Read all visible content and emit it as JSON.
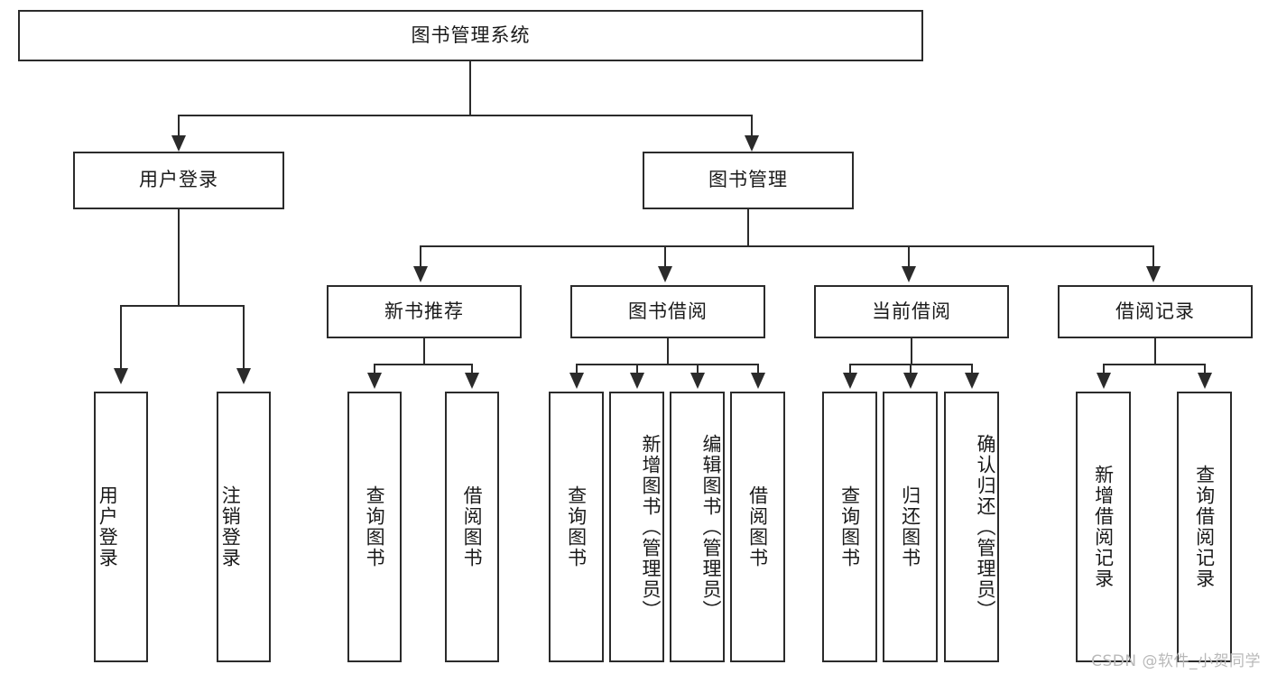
{
  "diagram": {
    "title": "图书管理系统",
    "root": {
      "label": "图书管理系统"
    },
    "level2": [
      {
        "label": "用户登录"
      },
      {
        "label": "图书管理"
      }
    ],
    "level3": [
      {
        "label": "新书推荐"
      },
      {
        "label": "图书借阅"
      },
      {
        "label": "当前借阅"
      },
      {
        "label": "借阅记录"
      }
    ],
    "leaves": {
      "user_login": [
        {
          "label": "用户登录"
        },
        {
          "label": "注销登录"
        }
      ],
      "new_book_recommend": [
        {
          "label": "查询图书"
        },
        {
          "label": "借阅图书"
        }
      ],
      "book_borrow": [
        {
          "label": "查询图书"
        },
        {
          "label": "新增图书（管理员）"
        },
        {
          "label": "编辑图书（管理员）"
        },
        {
          "label": "借阅图书"
        }
      ],
      "current_borrow": [
        {
          "label": "查询图书"
        },
        {
          "label": "归还图书"
        },
        {
          "label": "确认归还（管理员）"
        }
      ],
      "borrow_record": [
        {
          "label": "新增借阅记录"
        },
        {
          "label": "查询借阅记录"
        }
      ]
    }
  },
  "watermark": {
    "text": "CSDN @软件_小贺同学"
  },
  "colors": {
    "stroke": "#2b2b2b",
    "text": "#1a1a1a",
    "background": "#ffffff",
    "watermark": "#b9b9b9"
  }
}
